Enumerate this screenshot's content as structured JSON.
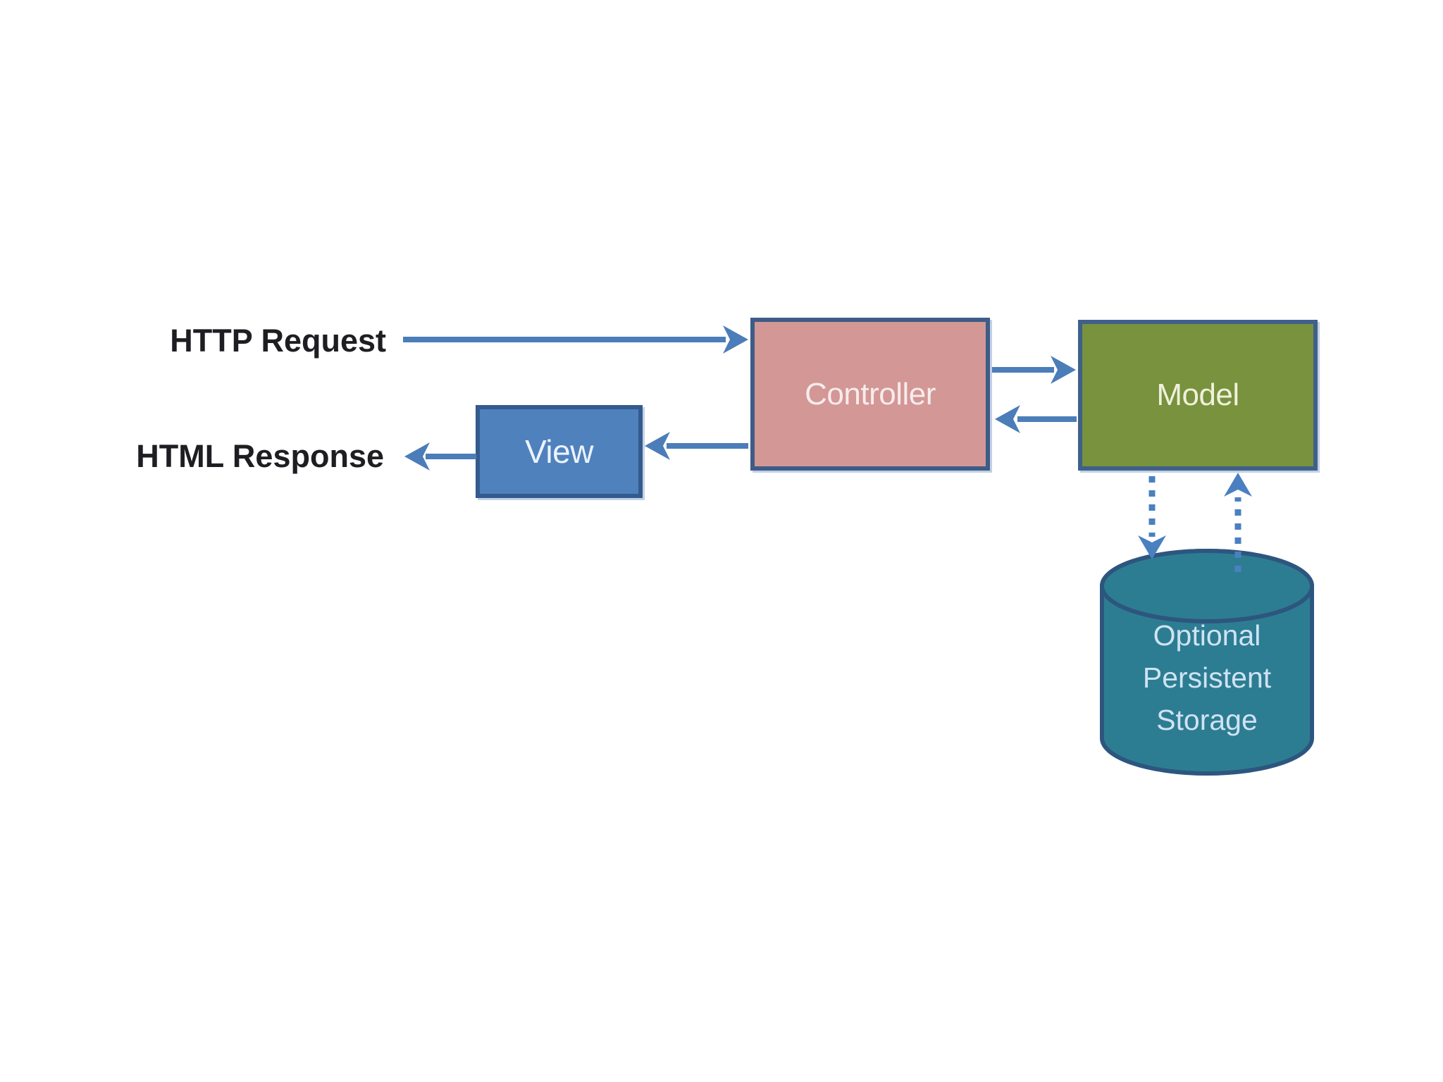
{
  "labels": {
    "http_request": "HTTP Request",
    "html_response": "HTML Response"
  },
  "nodes": {
    "controller": {
      "label": "Controller",
      "fill": "#d39795",
      "border": "#3d5c87",
      "text_color": "#f6ecec"
    },
    "model": {
      "label": "Model",
      "fill": "#78923d",
      "border": "#3f608a",
      "text_color": "#f0f0dc"
    },
    "view": {
      "label": "View",
      "fill": "#4f81bd",
      "border": "#345b8d",
      "text_color": "#ecf3fb"
    },
    "storage": {
      "label_lines": [
        "Optional",
        "Persistent",
        "Storage"
      ],
      "fill": "#2d7d92",
      "border": "#2d567f",
      "text_color": "#cfe3f3"
    }
  },
  "connections": [
    {
      "from": "HTTP Request",
      "to": "Controller",
      "style": "solid"
    },
    {
      "from": "Controller",
      "to": "Model",
      "style": "solid"
    },
    {
      "from": "Model",
      "to": "Controller",
      "style": "solid"
    },
    {
      "from": "Controller",
      "to": "View",
      "style": "solid"
    },
    {
      "from": "View",
      "to": "HTML Response",
      "style": "solid"
    },
    {
      "from": "Model",
      "to": "Optional Persistent Storage",
      "style": "dotted"
    },
    {
      "from": "Optional Persistent Storage",
      "to": "Model",
      "style": "dotted"
    }
  ],
  "colors": {
    "solid_arrow": "#4b7db9",
    "dotted_arrow": "#4b80c0",
    "label_text": "#1e1e22",
    "background": "#ffffff"
  }
}
